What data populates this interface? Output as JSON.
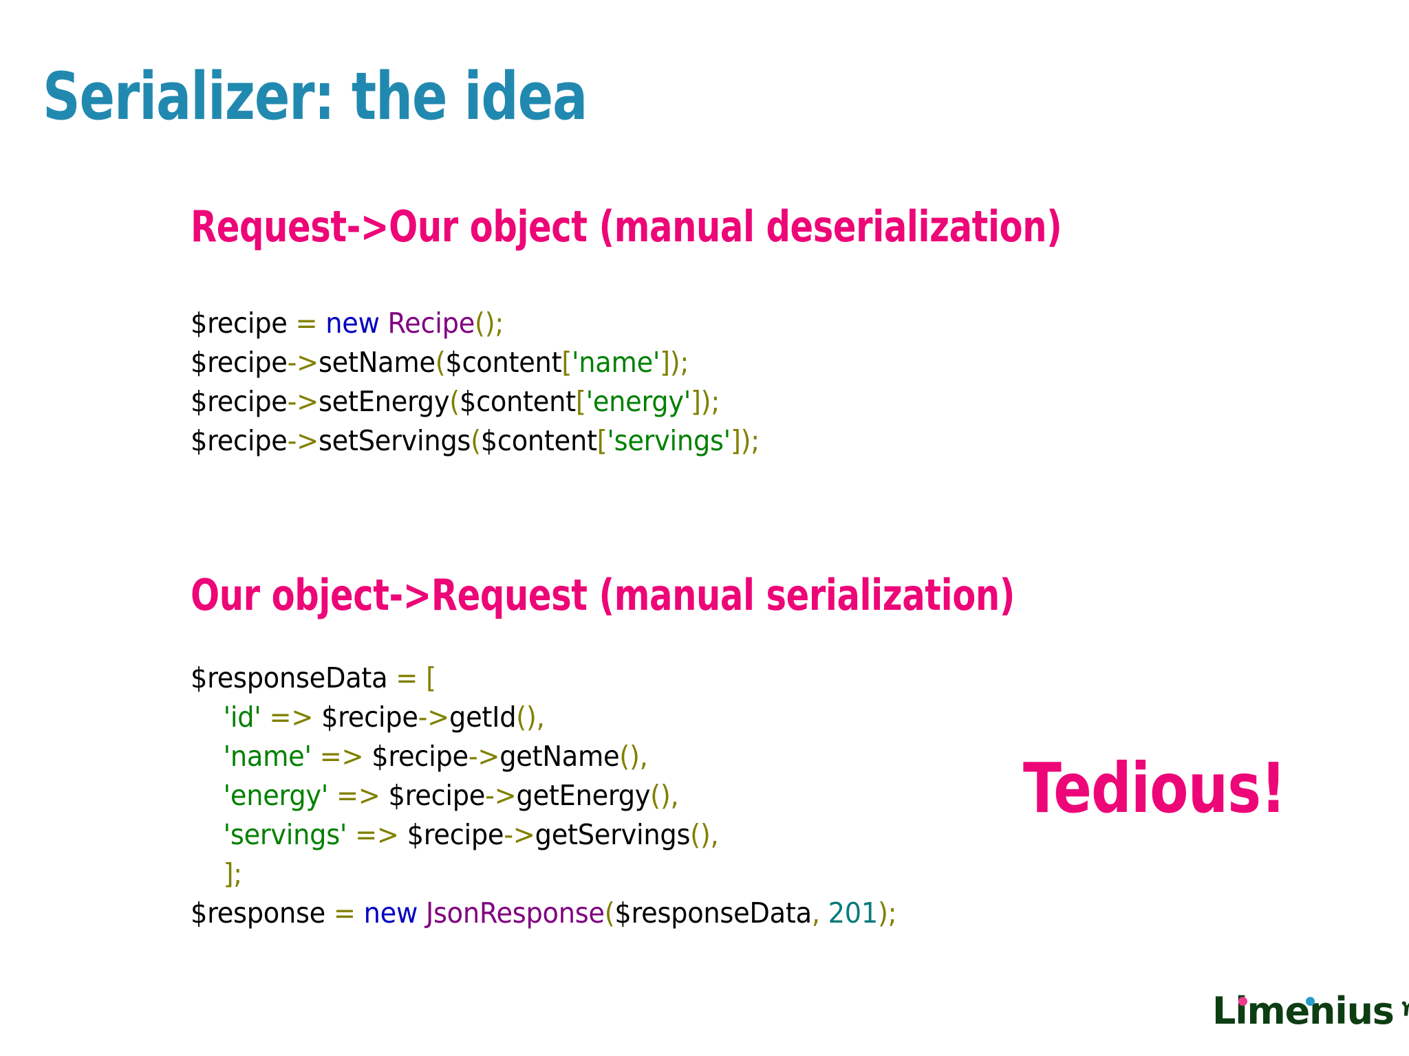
{
  "slide": {
    "title": "Serializer: the idea",
    "background_color": "#ffffff",
    "title_color": "#2189b0",
    "accent_pink": "#ed0677"
  },
  "sections": [
    {
      "heading": "Request->Our object (manual deserialization)",
      "code_lines": [
        "$recipe = new Recipe();",
        "$recipe->setName($content['name']);",
        "$recipe->setEnergy($content['energy']);",
        "$recipe->setServings($content['servings']);"
      ]
    },
    {
      "heading": "Our object->Request (manual serialization)",
      "code_lines": [
        "$responseData = [",
        "    'id' => $recipe->getId(),",
        "    'name' => $recipe->getName(),",
        "    'energy' => $recipe->getEnergy(),",
        "    'servings' => $recipe->getServings(),",
        "    ];",
        "$response = new JsonResponse($responseData, 201);"
      ]
    }
  ],
  "callout": {
    "text": "Tedious!",
    "color": "#ed0677"
  },
  "logo": {
    "wordmark": "Limenius",
    "text_color": "#0d3d12",
    "dot_colors": {
      "first_i": "#ec3a8c",
      "second_i": "#2a9ccb"
    },
    "icon": "boar-icon"
  },
  "code_tokens": {
    "deserialization": [
      [
        {
          "t": "$recipe ",
          "c": "tok-var"
        },
        {
          "t": "=",
          "c": "tok-op"
        },
        {
          "t": " ",
          "c": "tok-var"
        },
        {
          "t": "new",
          "c": "tok-kw"
        },
        {
          "t": " ",
          "c": "tok-var"
        },
        {
          "t": "Recipe",
          "c": "tok-class"
        },
        {
          "t": "();",
          "c": "tok-punct"
        }
      ],
      [
        {
          "t": "$recipe",
          "c": "tok-var"
        },
        {
          "t": "->",
          "c": "tok-op"
        },
        {
          "t": "setName",
          "c": "tok-fn"
        },
        {
          "t": "(",
          "c": "tok-punct"
        },
        {
          "t": "$content",
          "c": "tok-var"
        },
        {
          "t": "[",
          "c": "tok-punct"
        },
        {
          "t": "'name'",
          "c": "tok-str"
        },
        {
          "t": "]);",
          "c": "tok-punct"
        }
      ],
      [
        {
          "t": "$recipe",
          "c": "tok-var"
        },
        {
          "t": "->",
          "c": "tok-op"
        },
        {
          "t": "setEnergy",
          "c": "tok-fn"
        },
        {
          "t": "(",
          "c": "tok-punct"
        },
        {
          "t": "$content",
          "c": "tok-var"
        },
        {
          "t": "[",
          "c": "tok-punct"
        },
        {
          "t": "'energy'",
          "c": "tok-str"
        },
        {
          "t": "]);",
          "c": "tok-punct"
        }
      ],
      [
        {
          "t": "$recipe",
          "c": "tok-var"
        },
        {
          "t": "->",
          "c": "tok-op"
        },
        {
          "t": "setServings",
          "c": "tok-fn"
        },
        {
          "t": "(",
          "c": "tok-punct"
        },
        {
          "t": "$content",
          "c": "tok-var"
        },
        {
          "t": "[",
          "c": "tok-punct"
        },
        {
          "t": "'servings'",
          "c": "tok-str"
        },
        {
          "t": "]);",
          "c": "tok-punct"
        }
      ]
    ],
    "serialization": [
      [
        {
          "t": "$responseData ",
          "c": "tok-var"
        },
        {
          "t": "=",
          "c": "tok-op"
        },
        {
          "t": " ",
          "c": "tok-var"
        },
        {
          "t": "[",
          "c": "tok-punct"
        }
      ],
      [
        {
          "t": "    ",
          "c": "tok-var"
        },
        {
          "t": "'id'",
          "c": "tok-str"
        },
        {
          "t": " ",
          "c": "tok-var"
        },
        {
          "t": "=>",
          "c": "tok-op"
        },
        {
          "t": " $recipe",
          "c": "tok-var"
        },
        {
          "t": "->",
          "c": "tok-op"
        },
        {
          "t": "getId",
          "c": "tok-fn"
        },
        {
          "t": "(),",
          "c": "tok-punct"
        }
      ],
      [
        {
          "t": "    ",
          "c": "tok-var"
        },
        {
          "t": "'name'",
          "c": "tok-str"
        },
        {
          "t": " ",
          "c": "tok-var"
        },
        {
          "t": "=>",
          "c": "tok-op"
        },
        {
          "t": " $recipe",
          "c": "tok-var"
        },
        {
          "t": "->",
          "c": "tok-op"
        },
        {
          "t": "getName",
          "c": "tok-fn"
        },
        {
          "t": "(),",
          "c": "tok-punct"
        }
      ],
      [
        {
          "t": "    ",
          "c": "tok-var"
        },
        {
          "t": "'energy'",
          "c": "tok-str"
        },
        {
          "t": " ",
          "c": "tok-var"
        },
        {
          "t": "=>",
          "c": "tok-op"
        },
        {
          "t": " $recipe",
          "c": "tok-var"
        },
        {
          "t": "->",
          "c": "tok-op"
        },
        {
          "t": "getEnergy",
          "c": "tok-fn"
        },
        {
          "t": "(),",
          "c": "tok-punct"
        }
      ],
      [
        {
          "t": "    ",
          "c": "tok-var"
        },
        {
          "t": "'servings'",
          "c": "tok-str"
        },
        {
          "t": " ",
          "c": "tok-var"
        },
        {
          "t": "=>",
          "c": "tok-op"
        },
        {
          "t": " $recipe",
          "c": "tok-var"
        },
        {
          "t": "->",
          "c": "tok-op"
        },
        {
          "t": "getServings",
          "c": "tok-fn"
        },
        {
          "t": "(),",
          "c": "tok-punct"
        }
      ],
      [
        {
          "t": "    ",
          "c": "tok-var"
        },
        {
          "t": "];",
          "c": "tok-punct"
        }
      ],
      [
        {
          "t": "$response ",
          "c": "tok-var"
        },
        {
          "t": "=",
          "c": "tok-op"
        },
        {
          "t": " ",
          "c": "tok-var"
        },
        {
          "t": "new",
          "c": "tok-kw"
        },
        {
          "t": " ",
          "c": "tok-var"
        },
        {
          "t": "JsonResponse",
          "c": "tok-class"
        },
        {
          "t": "(",
          "c": "tok-punct"
        },
        {
          "t": "$responseData",
          "c": "tok-var"
        },
        {
          "t": ",",
          "c": "tok-punct"
        },
        {
          "t": " ",
          "c": "tok-var"
        },
        {
          "t": "201",
          "c": "tok-num"
        },
        {
          "t": ");",
          "c": "tok-punct"
        }
      ]
    ]
  }
}
